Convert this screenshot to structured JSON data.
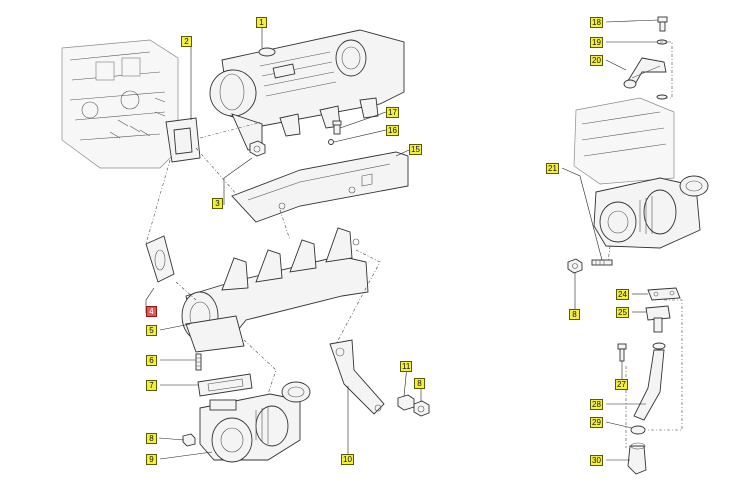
{
  "diagram": {
    "callouts": [
      {
        "id": "c1",
        "label": "1",
        "highlight": false
      },
      {
        "id": "c2",
        "label": "2",
        "highlight": false
      },
      {
        "id": "c3",
        "label": "3",
        "highlight": false
      },
      {
        "id": "c4",
        "label": "4",
        "highlight": true
      },
      {
        "id": "c5",
        "label": "5",
        "highlight": false
      },
      {
        "id": "c6",
        "label": "6",
        "highlight": false
      },
      {
        "id": "c7",
        "label": "7",
        "highlight": false
      },
      {
        "id": "c8a",
        "label": "8",
        "highlight": false
      },
      {
        "id": "c9",
        "label": "9",
        "highlight": false
      },
      {
        "id": "c10",
        "label": "10",
        "highlight": false
      },
      {
        "id": "c11",
        "label": "11",
        "highlight": false
      },
      {
        "id": "c8b",
        "label": "8",
        "highlight": false
      },
      {
        "id": "c15",
        "label": "15",
        "highlight": false
      },
      {
        "id": "c16",
        "label": "16",
        "highlight": false
      },
      {
        "id": "c17",
        "label": "17",
        "highlight": false
      },
      {
        "id": "c18",
        "label": "18",
        "highlight": false
      },
      {
        "id": "c19",
        "label": "19",
        "highlight": false
      },
      {
        "id": "c20",
        "label": "20",
        "highlight": false
      },
      {
        "id": "c21",
        "label": "21",
        "highlight": false
      },
      {
        "id": "c8c",
        "label": "8",
        "highlight": false
      },
      {
        "id": "c24",
        "label": "24",
        "highlight": false
      },
      {
        "id": "c25",
        "label": "25",
        "highlight": false
      },
      {
        "id": "c27",
        "label": "27",
        "highlight": false
      },
      {
        "id": "c28",
        "label": "28",
        "highlight": false
      },
      {
        "id": "c29",
        "label": "29",
        "highlight": false
      },
      {
        "id": "c30",
        "label": "30",
        "highlight": false
      }
    ],
    "colors": {
      "callout_fill": "#f3ef3c",
      "callout_highlight": "#e85555",
      "line": "#222222",
      "part_fill": "#f4f4f4"
    }
  }
}
